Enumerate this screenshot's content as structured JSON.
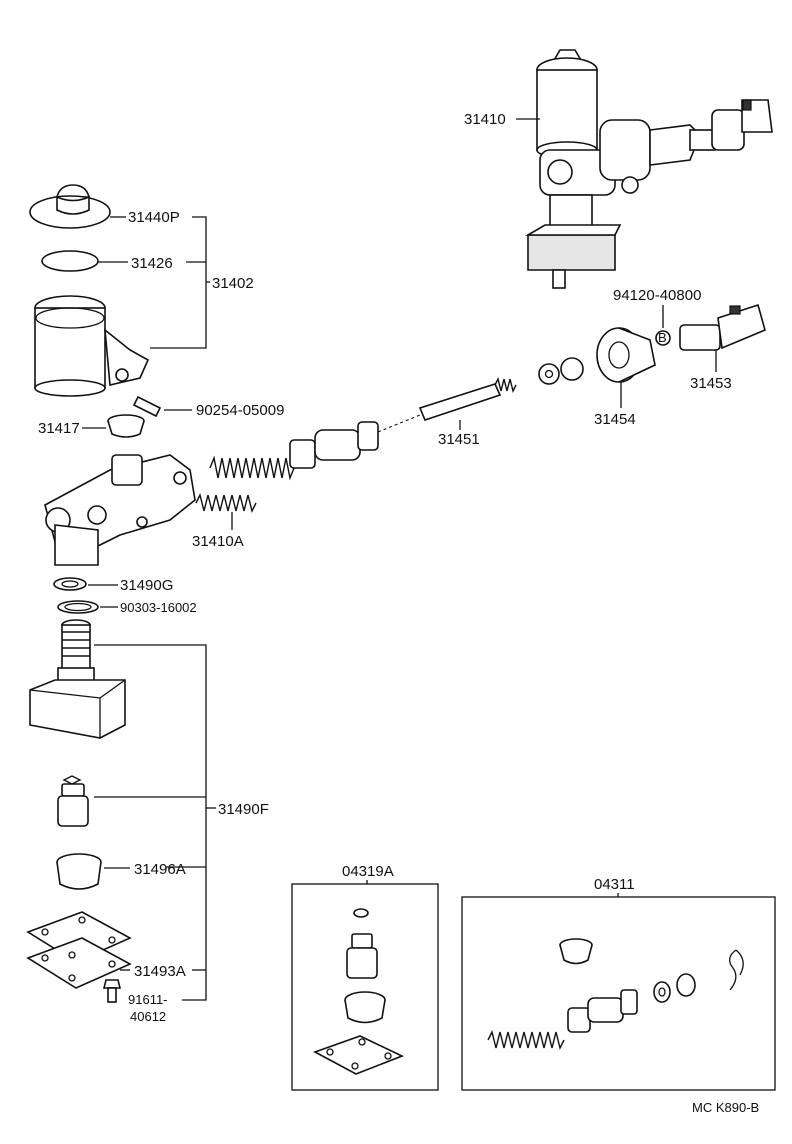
{
  "labels": {
    "p31410": "31410",
    "p31440P": "31440P",
    "p31426": "31426",
    "p31402": "31402",
    "p90254": "90254-05009",
    "p31417": "31417",
    "p94120": "94120-40800",
    "p31453": "31453",
    "p31454": "31454",
    "p31451": "31451",
    "p31410A": "31410A",
    "p31490G": "31490G",
    "p90303": "90303-16002",
    "p31490F": "31490F",
    "p31496A": "31496A",
    "p31493A": "31493A",
    "p91611": "91611-",
    "p40612": "40612",
    "p04319A": "04319A",
    "p04311": "04311",
    "code": "MC K890-B"
  }
}
